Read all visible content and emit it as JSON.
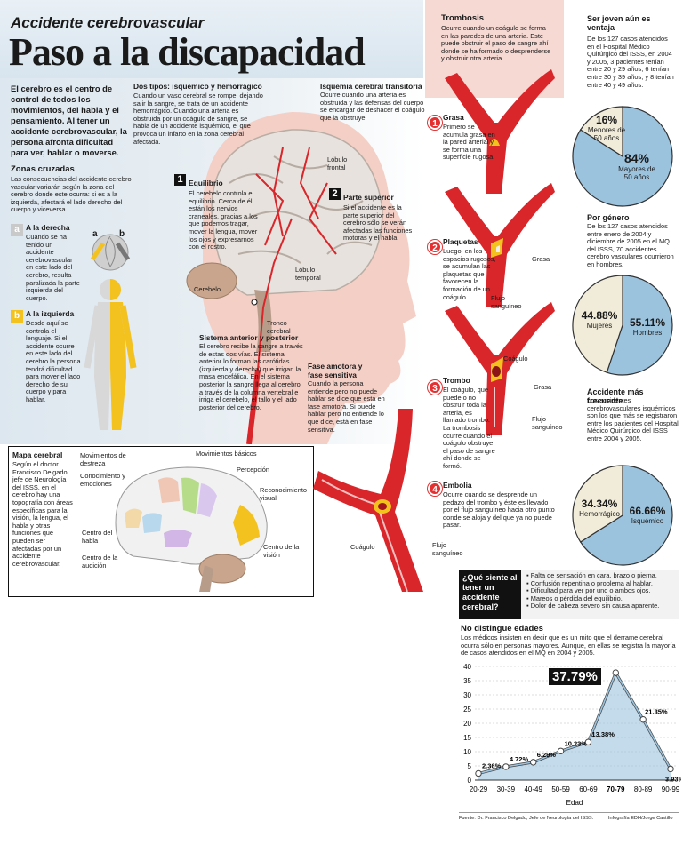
{
  "header": {
    "kicker": "Accidente cerebrovascular",
    "title": "Paso a la discapacidad",
    "lead": "El cerebro es el centro de control de todos los movimientos, del habla y el pensamiento. Al tener un accidente cerebrovascular, la persona afronta dificultad para ver, hablar o moverse."
  },
  "zonas": {
    "title": "Zonas cruzadas",
    "text": "Las consecuencias del accidente cerebro vascular variarán según la zona del cerebro donde este ocurra: si es a la izquierda, afectará el lado derecho del cuerpo y viceversa.",
    "a_letter": "a",
    "a_title": "A la derecha",
    "a_text": "Cuando se ha tenido un accidente cerebrovascular en este lado del cerebro, resulta paralizada la parte izquierda del cuerpo.",
    "b_letter": "b",
    "b_title": "A la izquierda",
    "b_text": "Desde aquí se controla el lenguaje. Si el accidente ocurre en este lado del cerebro la persona tendrá dificultad para mover el lado derecho de su cuerpo y para hablar.",
    "fig_a": "a",
    "fig_b": "b"
  },
  "dos_tipos": {
    "title": "Dos tipos: isquémico y hemorrágico",
    "text": "Cuando un vaso cerebral se rompe, dejando salir la sangre, se trata de un accidente hemorrágico. Cuando una arteria es obstruida por un coágulo de sangre, se habla de un accidente isquémico, el que provoca un infarto en la zona cerebral afectada."
  },
  "isquemia": {
    "title": "Isquemia cerebral transitoria",
    "text": "Ocurre cuando una arteria es obstruida y las defensas del cuerpo se encargar de deshacer el coágulo que la obstruye."
  },
  "brain": {
    "lobulo_frontal": "Lóbulo frontal",
    "lobulo_temporal": "Lóbulo temporal",
    "cerebelo": "Cerebelo",
    "tronco": "Tronco cerebral",
    "equilibrio_num": "1",
    "equilibrio_title": "Equilibrio",
    "equilibrio_text": "El cerebelo controla el equilibrio. Cerca de él están los nervios craneales, gracias a los que podemos tragar, mover la lengua, mover los ojos y expresarnos con el rostro.",
    "superior_num": "2",
    "superior_title": "Parte superior",
    "superior_text": "Si el accidente es la parte superior del cerebro sólo se verán afectadas las funciones motoras y el habla."
  },
  "sistema": {
    "title": "Sistema anterior y posterior",
    "text": "El cerebro recibe la sangre a través de estas dos vías. El sistema anterior lo forman las carótidas (izquierda y derecha) que irrigan la masa encefálica. En el sistema posterior la sangre llega al cerebro a través de la columna vertebral e irriga el cerebelo, el tallo y el lado posterior del cerebro."
  },
  "fase": {
    "title": "Fase amotora y fase sensitiva",
    "text": "Cuando la persona entiende pero no puede hablar se dice que está en fase amotora. Si puede hablar pero no entiende lo que dice, está en fase sensitiva."
  },
  "mapa": {
    "title": "Mapa cerebral",
    "text": "Según el doctor Francisco Delgado, jefe de Neurología del ISSS, en el cerebro hay una topografía con áreas específicas para la visión, la lengua, el habla y otras funciones que pueden ser afectadas por un accidente cerebrovascular.",
    "destreza": "Movimientos de destreza",
    "conocimiento": "Conocimiento y emociones",
    "basicos": "Movimientos básicos",
    "percepcion": "Percepción",
    "reconocimiento": "Reconocimiento visual",
    "habla": "Centro del habla",
    "audicion": "Centro de la audición",
    "vision": "Centro de la visión"
  },
  "coagulo_label": "Coágulo",
  "flujo_label": "Flujo sanguíneo",
  "trombosis": {
    "title": "Trombosis",
    "text": "Ocurre cuando un coágulo se forma en las paredes de una arteria. Este puede obstruir el paso de sangre ahí donde se ha formado o desprenderse y obstruir otra arteria."
  },
  "steps": [
    {
      "num": "1",
      "title": "Grasa",
      "text": "Primero se acumula grasa en la pared arterial y se forma una superficie rugosa."
    },
    {
      "num": "2",
      "title": "Plaquetas",
      "text": "Luego, en los espacios rugosos, se acumulan las plaquetas que favorecen la formación de un coágulo."
    },
    {
      "num": "3",
      "title": "Trombo",
      "text": "El coágulo, que puede o no obstruir toda la arteria, es llamado trombo. La trombosis ocurre cuando el coágulo obstruye el paso de sangre ahí donde se formó."
    },
    {
      "num": "4",
      "title": "Embolia",
      "text": "Ocurre cuando se desprende un pedazo del trombo y éste es llevado por el flujo sanguíneo hacia otro punto donde se aloja y del que ya no puede pasar."
    }
  ],
  "step_labels": {
    "grasa": "Grasa",
    "flujo": "Flujo sanguíneo",
    "coagulo": "Coágulo",
    "grasa2": "Grasa",
    "flujo2": "Flujo sanguíneo"
  },
  "sidebar": {
    "joven_title": "Ser joven aún es ventaja",
    "joven_text": "De los 127 casos atendidos en el Hospital Médico Quirúrgico del ISSS, en 2004 y 2005, 3 pacientes tenían entre 20 y 29 años, 6 tenían entre 30 y 39 años, y 8 tenían entre 40 y 49 años.",
    "genero_title": "Por género",
    "genero_text": "De los 127 casos atendidos entre enero de 2004 y diciembre de 2005 en el MQ del ISSS, 70 accidentes cerebro vasculares ocurrieron en hombres.",
    "frecuente_title": "Accidente más frecuente",
    "frecuente_text": "Los accidentes cerebrovasculares isquémicos son los que más se registraron entre los pacientes del Hospital Médico Quirúrgico del ISSS entre 2004 y 2005."
  },
  "pies": {
    "edad": {
      "small_pct": "16%",
      "small_label": "Menores de 50 años",
      "big_pct": "84%",
      "big_label": "Mayores de 50 años"
    },
    "genero": {
      "a_pct": "44.88%",
      "a_label": "Mujeres",
      "b_pct": "55.11%",
      "b_label": "Hombres"
    },
    "tipo": {
      "a_pct": "34.34%",
      "a_label": "Hemorrágico",
      "b_pct": "66.66%",
      "b_label": "Isquémico"
    }
  },
  "sintomas": {
    "question": "¿Qué siente al tener un accidente cerebral?",
    "items": [
      "Falta de sensación en cara, brazo o pierna.",
      "Confusión repentina o problema al hablar.",
      "Dificultad para ver por uno o ambos ojos.",
      "Mareos o pérdida del equilibrio.",
      "Dolor de cabeza severo sin causa aparente."
    ]
  },
  "edades": {
    "title": "No distingue edades",
    "text": "Los médicos insisten en decir que es un mito que el derrame cerebral ocurra sólo en personas mayores. Aunque, en ellas se registra la mayoría de casos atendidos en el MQ en 2004 y 2005.",
    "highlight": "37.79%"
  },
  "footer": {
    "source": "Fuente: Dr. Francisco Delgado, Jefe de Neurología del ISSS.",
    "credit": "Infografía EDH/Jorge Castillo"
  },
  "colors": {
    "red": "#d9262b",
    "blue": "#9cc3de",
    "cream": "#f1ecd9",
    "pink": "#f6d9d3",
    "yellow": "#f4c21e"
  },
  "chart_data": [
    {
      "type": "pie",
      "labels": [
        "Menores de 50 años",
        "Mayores de 50 años"
      ],
      "values": [
        16,
        84
      ]
    },
    {
      "type": "pie",
      "labels": [
        "Mujeres",
        "Hombres"
      ],
      "values": [
        44.88,
        55.11
      ]
    },
    {
      "type": "pie",
      "labels": [
        "Hemorrágico",
        "Isquémico"
      ],
      "values": [
        34.34,
        66.66
      ]
    },
    {
      "type": "area",
      "title": "No distingue edades",
      "xlabel": "Edad",
      "ylabel": "",
      "categories": [
        "20-29",
        "30-39",
        "40-49",
        "50-59",
        "60-69",
        "70-79",
        "80-89",
        "90-99"
      ],
      "values": [
        2.36,
        4.72,
        6.29,
        10.23,
        13.38,
        37.79,
        21.35,
        3.93
      ],
      "value_labels": [
        "2.36%",
        "4.72%",
        "6.29%",
        "10.23%",
        "13.38%",
        "37.79%",
        "21.35%",
        "3.93%"
      ],
      "yticks": [
        "0",
        "5",
        "10",
        "15",
        "20",
        "25",
        "30",
        "35",
        "40"
      ],
      "ylim": [
        0,
        40
      ],
      "grid": true
    }
  ]
}
